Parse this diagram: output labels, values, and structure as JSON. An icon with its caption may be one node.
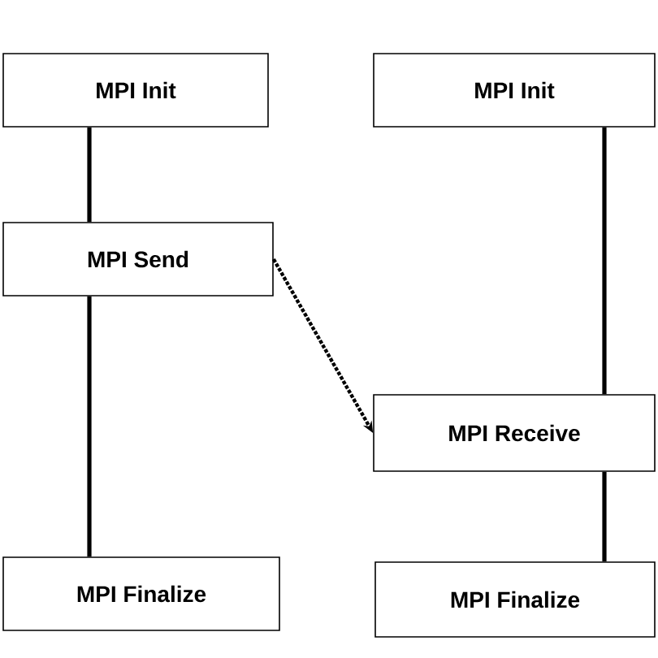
{
  "diagram": {
    "nodes": [
      {
        "text": [
          "MPI Init"
        ]
      },
      {
        "text": [
          "MPI Send"
        ]
      },
      {
        "text": [
          "MPI Finalize"
        ]
      },
      {
        "text": [
          "MPI Init"
        ]
      },
      {
        "text": [
          "MPI Receive"
        ]
      },
      {
        "text": [
          "MPI Finalize"
        ]
      }
    ],
    "edges": [
      {
        "from": 0,
        "to": 1,
        "arrow": "none"
      },
      {
        "from": 1,
        "to": 2,
        "arrow": "none"
      },
      {
        "from": 3,
        "to": 4,
        "arrow": "none"
      },
      {
        "from": 4,
        "to": 5,
        "arrow": "none"
      },
      {
        "from": 1,
        "to": 4,
        "arrow": "to",
        "style": "dashed"
      }
    ]
  }
}
